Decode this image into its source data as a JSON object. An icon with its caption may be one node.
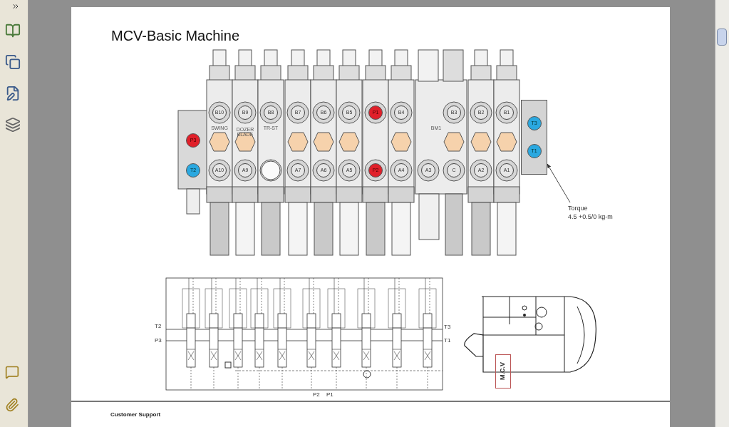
{
  "diagram": {
    "title": "MCV-Basic Machine",
    "nodes": [
      {
        "text": [
          "Torque",
          "4.5 +0.5/0 kg-m"
        ]
      },
      {
        "text": [
          "T3",
          "T1"
        ]
      },
      {
        "text": [
          "M.C.V"
        ]
      }
    ],
    "edges": [
      {
        "from": 0,
        "to": 1,
        "arrow": "to"
      }
    ],
    "labels": [
      "B10",
      "B9",
      "B8",
      "B7",
      "B6",
      "B5",
      "P1",
      "B4",
      "B3",
      "B2",
      "B1",
      "SWING",
      "DOZER BLADE",
      "TR-ST",
      "BM1",
      "P3",
      "T2",
      "A10",
      "A9",
      "A7",
      "A6",
      "A5",
      "P2",
      "A4",
      "A3",
      "C",
      "A2",
      "A1",
      "T2",
      "P3",
      "T3",
      "T1",
      "P2",
      "P1",
      "Customer Support"
    ]
  }
}
